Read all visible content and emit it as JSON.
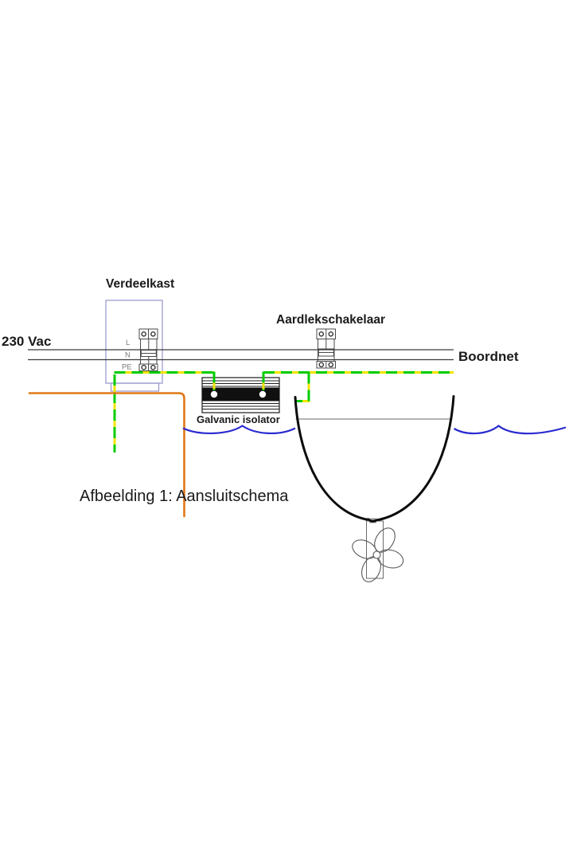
{
  "figure": {
    "caption": "Afbeelding 1: Aansluitschema"
  },
  "diagram": {
    "labels": {
      "distribution_box": "Verdeelkast",
      "shore_voltage": "230 Vac",
      "rcd": "Aardlekschakelaar",
      "boat_net": "Boordnet",
      "isolator": "Galvanic isolator",
      "line": "L",
      "neutral": "N",
      "earth": "PE"
    },
    "colors": {
      "earth_green": "#00cc00",
      "earth_yellow": "#f2e500",
      "shore_ground": "#e07818",
      "water": "#2a2ad0",
      "cabinet": "#9494cb",
      "wire_dark": "#3a3a3a"
    }
  }
}
